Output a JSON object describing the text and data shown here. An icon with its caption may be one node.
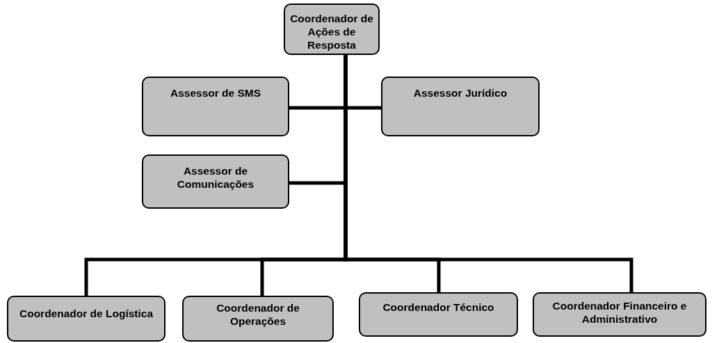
{
  "diagram": {
    "nodes": [
      {
        "text": [
          "Coordenador de Ações de Resposta"
        ]
      },
      {
        "text": [
          "Assessor de SMS"
        ]
      },
      {
        "text": [
          "Assessor Jurídico"
        ]
      },
      {
        "text": [
          "Assessor de Comunicações"
        ]
      },
      {
        "text": [
          "Coordenador de Logística"
        ]
      },
      {
        "text": [
          "Coordenador de Operações"
        ]
      },
      {
        "text": [
          "Coordenador Técnico"
        ]
      },
      {
        "text": [
          "Coordenador Financeiro e Administrativo"
        ]
      }
    ],
    "edges": [
      {
        "from": 0,
        "to": 1,
        "arrow": "none"
      },
      {
        "from": 0,
        "to": 2,
        "arrow": "none"
      },
      {
        "from": 0,
        "to": 3,
        "arrow": "none"
      },
      {
        "from": 0,
        "to": 4,
        "arrow": "none"
      },
      {
        "from": 0,
        "to": 5,
        "arrow": "none"
      },
      {
        "from": 0,
        "to": 6,
        "arrow": "none"
      },
      {
        "from": 0,
        "to": 7,
        "arrow": "none"
      }
    ]
  }
}
